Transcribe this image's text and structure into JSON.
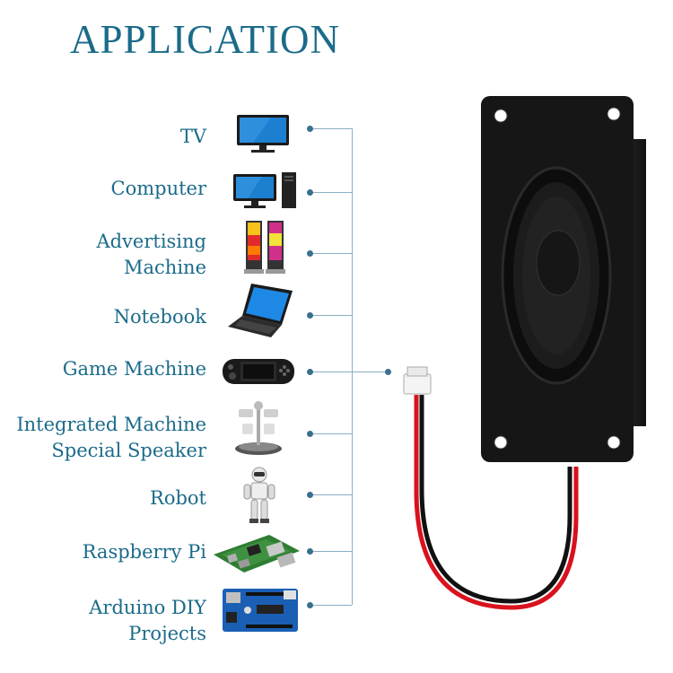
{
  "title": "APPLICATION",
  "applications": [
    {
      "label": "TV",
      "icon": "tv-icon"
    },
    {
      "label": "Computer",
      "icon": "desktop-computer-icon"
    },
    {
      "label": "Advertising\nMachine",
      "icon": "advertising-kiosk-icon"
    },
    {
      "label": "Notebook",
      "icon": "laptop-icon"
    },
    {
      "label": "Game Machine",
      "icon": "handheld-game-console-icon"
    },
    {
      "label": "Integrated Machine\nSpecial Speaker",
      "icon": "integrated-machine-icon"
    },
    {
      "label": "Robot",
      "icon": "robot-icon"
    },
    {
      "label": "Raspberry Pi",
      "icon": "raspberry-pi-board-icon"
    },
    {
      "label": "Arduino DIY\nProjects",
      "icon": "arduino-board-icon"
    }
  ],
  "colors": {
    "title": "#1b6b8a",
    "label": "#1b6b8a",
    "line": "#8aaec4",
    "dot": "#3a6f8f",
    "wire_red": "#d8121e",
    "wire_black": "#111111"
  },
  "product": {
    "name": "speaker-with-connector-icon"
  }
}
